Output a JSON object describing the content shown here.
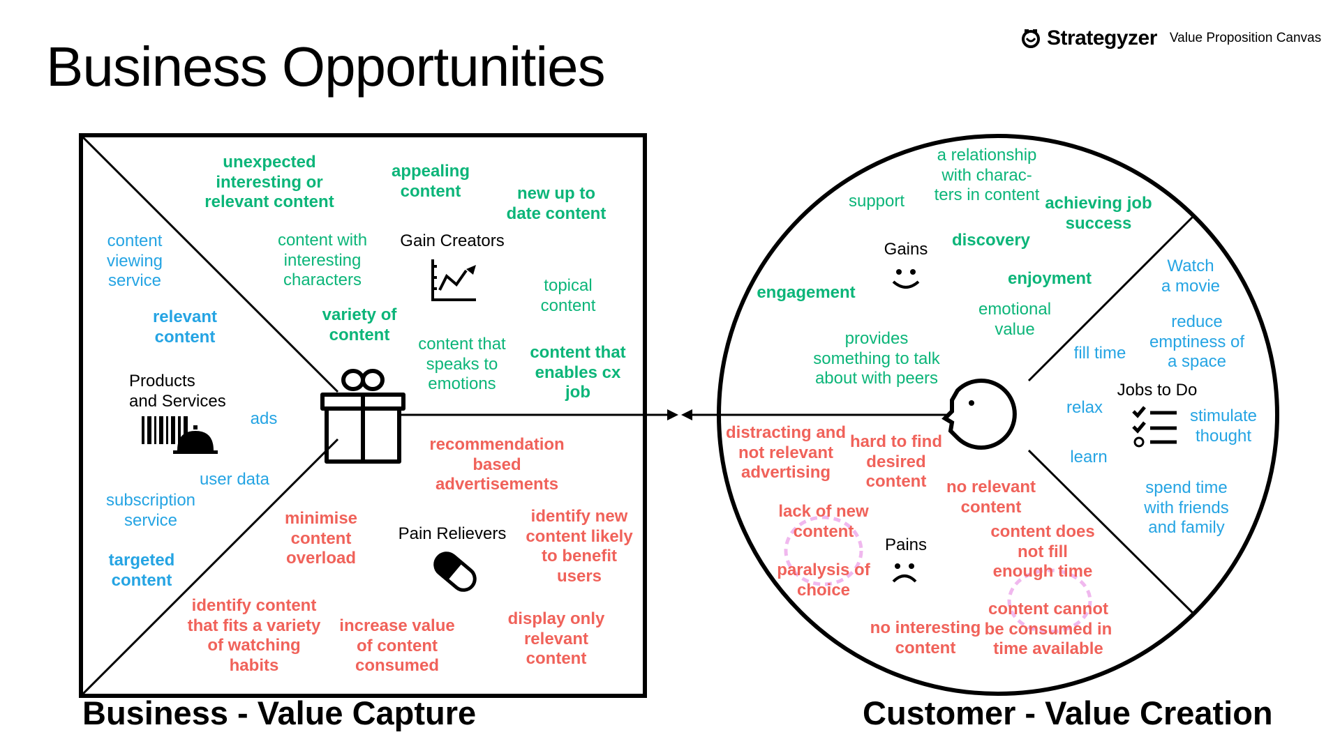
{
  "title": "Business Opportunities",
  "brand": {
    "name": "Strategyzer",
    "subtitle": "Value Proposition Canvas"
  },
  "footer": {
    "left": "Business - Value Capture",
    "right": "Customer - Value Creation"
  },
  "section_labels": {
    "gain_creators": "Gain Creators",
    "products_services": "Products\nand Services",
    "pain_relievers": "Pain Relievers",
    "gains": "Gains",
    "pains": "Pains",
    "jobs": "Jobs to Do"
  },
  "gain_creators": [
    "unexpected\ninteresting or\nrelevant content",
    "appealing\ncontent",
    "new up to\ndate content",
    "content with\ninteresting\ncharacters",
    "topical\ncontent",
    "variety of\ncontent",
    "content that\nspeaks to\nemotions",
    "content that\nenables  cx\njob"
  ],
  "products_services": [
    "content\nviewing\nservice",
    "relevant\ncontent",
    "ads",
    "user data",
    "subscription\nservice",
    "targeted\ncontent"
  ],
  "pain_relievers": [
    "recommendation\nbased\nadvertisements",
    "minimise\ncontent\noverload",
    "identify new\ncontent likely\nto benefit\nusers",
    "identify content\nthat fits a variety\nof watching\nhabits",
    "increase value\nof content\nconsumed",
    "display only\nrelevant\ncontent"
  ],
  "gains": [
    "a relationship\nwith charac-\nters in content",
    "support",
    "achieving job\nsuccess",
    "discovery",
    "enjoyment",
    "engagement",
    "emotional\nvalue",
    "provides\nsomething to talk\nabout with peers"
  ],
  "pains": [
    "distracting and\nnot relevant\nadvertising",
    "hard to find\ndesired\ncontent",
    "no relevant\ncontent",
    "lack of new\ncontent",
    "paralysis of\nchoice",
    "content does\nnot fill\nenough time",
    "content cannot\nbe consumed in\ntime available",
    "no interesting\ncontent"
  ],
  "jobs": [
    "Watch\na movie",
    "reduce\nemptiness of\na space",
    "fill time",
    "relax",
    "stimulate\nthought",
    "learn",
    "spend time\nwith friends\nand family"
  ],
  "colors": {
    "gain": "#0cb579",
    "product": "#25a4e3",
    "pain": "#f0625a",
    "connector": "#f0b8ee"
  }
}
